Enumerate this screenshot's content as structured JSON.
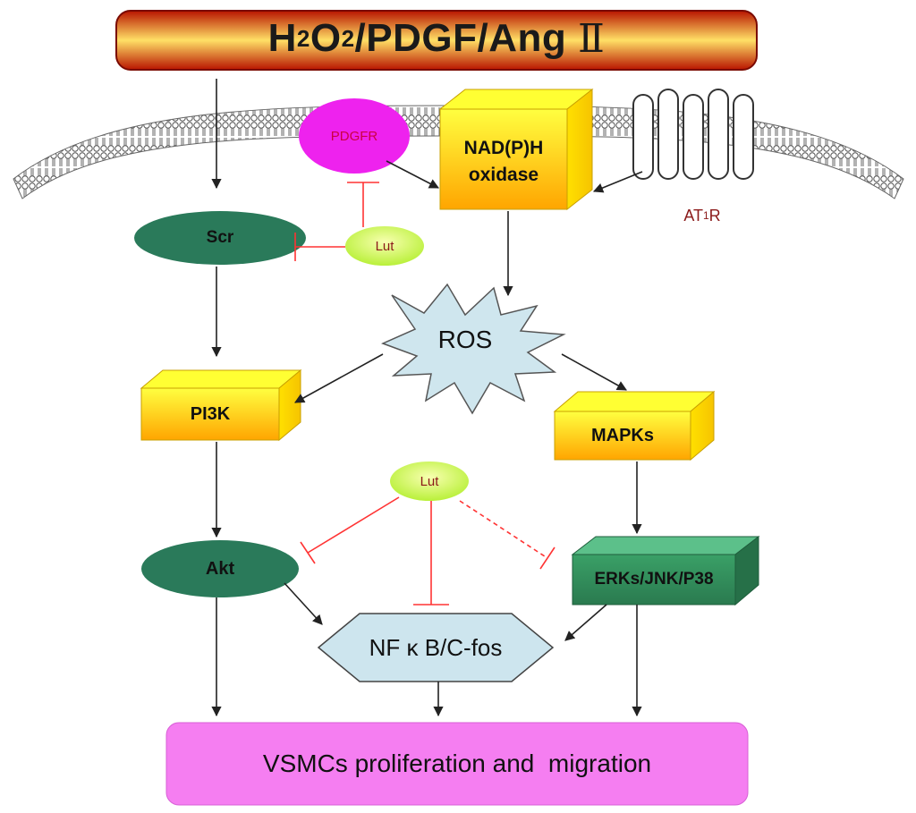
{
  "title": {
    "part1": "H",
    "sub1": "2",
    "part2": "O",
    "sub2": "2",
    "part3": "/PDGF/Ang ",
    "roman": "Ⅱ"
  },
  "nodes": {
    "pdgfr": "PDGFR",
    "nadph_line1": "NAD(P)H",
    "nadph_line2": "oxidase",
    "at1r_prefix": "AT",
    "at1r_sub": "1",
    "at1r_suffix": "R",
    "scr": "Scr",
    "lut_top": "Lut",
    "ros": "ROS",
    "pi3k": "PI3K",
    "mapks": "MAPKs",
    "lut_middle": "Lut",
    "akt": "Akt",
    "erks": "ERKs/JNK/P38",
    "nfkb": "NF κ B/C-fos",
    "outcome": "VSMCs proliferation and  migration"
  },
  "colors": {
    "title_bar_center": "#ffe066",
    "title_bar_edge": "#b81400",
    "pdgfr": "#ee22ee",
    "nadph_front": "#ffb300",
    "nadph_top": "#ffff33",
    "scr": "#2a7a5a",
    "lut": "#d8ff5a",
    "ros": "#cfe6ee",
    "erks": "#2f8b5c",
    "nfkb": "#cde5ee",
    "outcome": "#f57ef1",
    "inhibition": "#ff3333",
    "arrow": "#222222"
  }
}
